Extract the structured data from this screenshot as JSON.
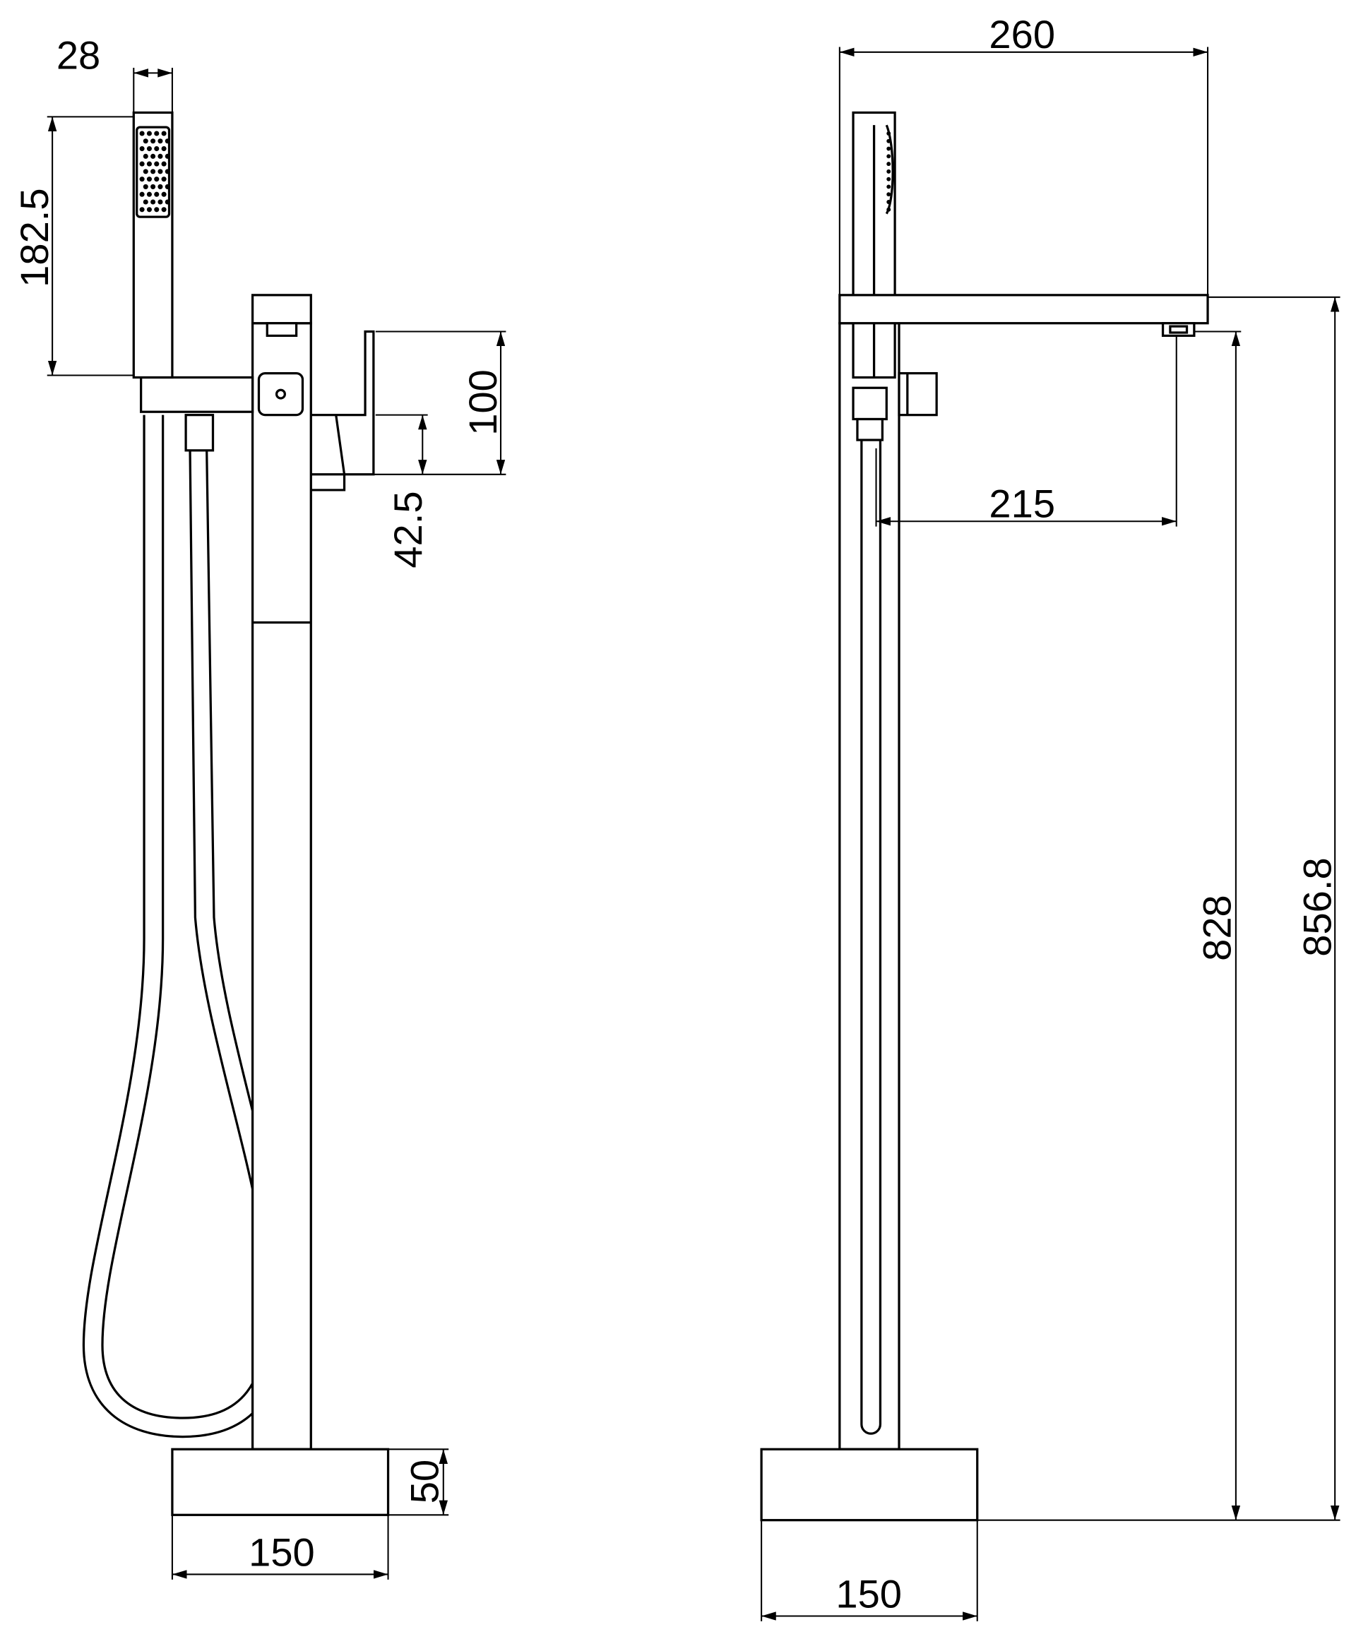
{
  "drawing": {
    "views": [
      "side-view",
      "front-view"
    ],
    "line_color": "#000000",
    "background": "#ffffff"
  },
  "dimensions": {
    "handshower_width": "28",
    "handshower_length": "182.5",
    "handle_height": "100",
    "lever_offset": "42.5",
    "base_height": "50",
    "base_width_left": "150",
    "spout_length_total": "260",
    "spout_reach": "215",
    "spout_outlet_height": "828",
    "overall_height": "856.8",
    "base_width_right": "150"
  }
}
